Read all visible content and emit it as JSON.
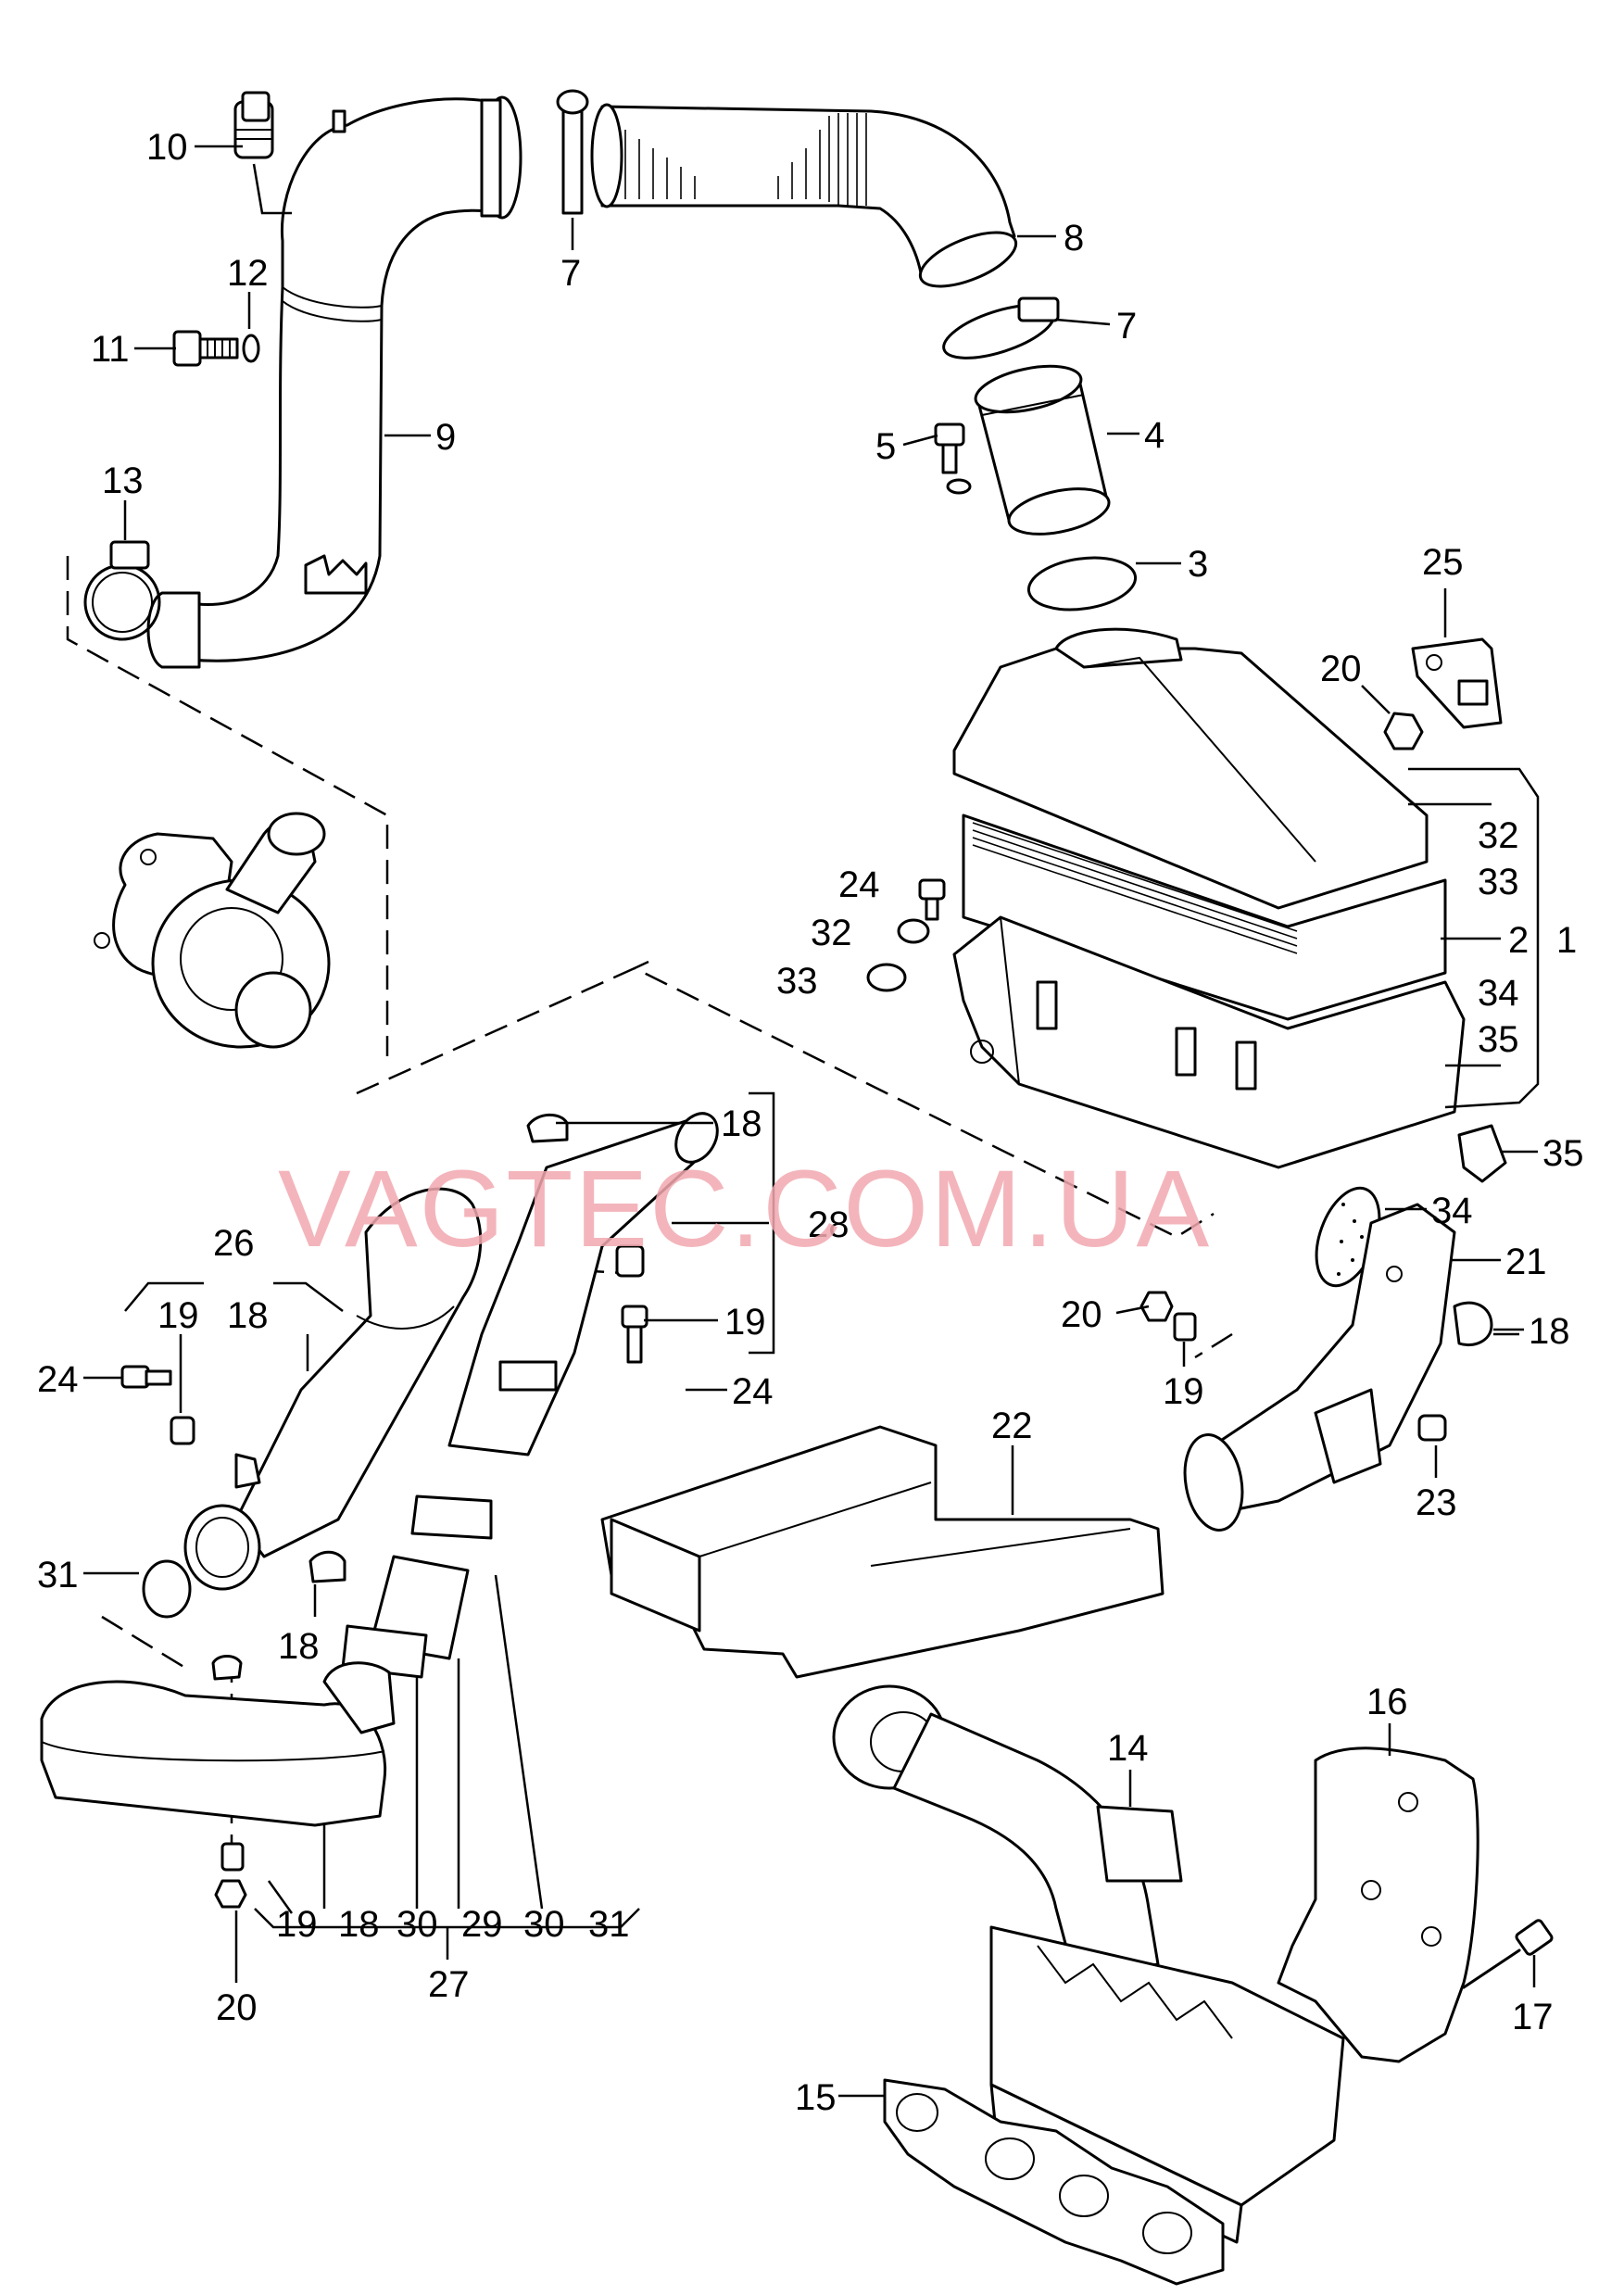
{
  "watermark": "VAGTEC.COM.UA",
  "colors": {
    "line": "#000000",
    "background": "#ffffff",
    "watermark": "#f2a9b0"
  },
  "callouts": [
    {
      "id": "c10",
      "text": "10"
    },
    {
      "id": "c12",
      "text": "12"
    },
    {
      "id": "c11",
      "text": "11"
    },
    {
      "id": "c9",
      "text": "9"
    },
    {
      "id": "c13",
      "text": "13"
    },
    {
      "id": "c7a",
      "text": "7"
    },
    {
      "id": "c8",
      "text": "8"
    },
    {
      "id": "c7b",
      "text": "7"
    },
    {
      "id": "c5",
      "text": "5"
    },
    {
      "id": "c4",
      "text": "4"
    },
    {
      "id": "c3",
      "text": "3"
    },
    {
      "id": "c25",
      "text": "25"
    },
    {
      "id": "c20a",
      "text": "20"
    },
    {
      "id": "c32a",
      "text": "32"
    },
    {
      "id": "c33a",
      "text": "33"
    },
    {
      "id": "c2",
      "text": "2"
    },
    {
      "id": "c1",
      "text": "1"
    },
    {
      "id": "c34a",
      "text": "34"
    },
    {
      "id": "c35a",
      "text": "35"
    },
    {
      "id": "c24a",
      "text": "24"
    },
    {
      "id": "c32b",
      "text": "32"
    },
    {
      "id": "c33b",
      "text": "33"
    },
    {
      "id": "c35b",
      "text": "35"
    },
    {
      "id": "c34b",
      "text": "34"
    },
    {
      "id": "c21",
      "text": "21"
    },
    {
      "id": "c18a",
      "text": "18"
    },
    {
      "id": "c28",
      "text": "28"
    },
    {
      "id": "c26",
      "text": "26"
    },
    {
      "id": "c19a",
      "text": "19"
    },
    {
      "id": "c18b",
      "text": "18"
    },
    {
      "id": "c24b",
      "text": "24"
    },
    {
      "id": "c19b",
      "text": "19"
    },
    {
      "id": "c24c",
      "text": "24"
    },
    {
      "id": "c20b",
      "text": "20"
    },
    {
      "id": "c19c",
      "text": "19"
    },
    {
      "id": "c18c",
      "text": "18"
    },
    {
      "id": "c22",
      "text": "22"
    },
    {
      "id": "c23",
      "text": "23"
    },
    {
      "id": "c31a",
      "text": "31"
    },
    {
      "id": "c18d",
      "text": "18"
    },
    {
      "id": "c19d",
      "text": "19"
    },
    {
      "id": "c18e",
      "text": "18"
    },
    {
      "id": "c30a",
      "text": "30"
    },
    {
      "id": "c29",
      "text": "29"
    },
    {
      "id": "c30b",
      "text": "30"
    },
    {
      "id": "c31b",
      "text": "31"
    },
    {
      "id": "c27",
      "text": "27"
    },
    {
      "id": "c20c",
      "text": "20"
    },
    {
      "id": "c16",
      "text": "16"
    },
    {
      "id": "c14",
      "text": "14"
    },
    {
      "id": "c17",
      "text": "17"
    },
    {
      "id": "c15",
      "text": "15"
    }
  ]
}
